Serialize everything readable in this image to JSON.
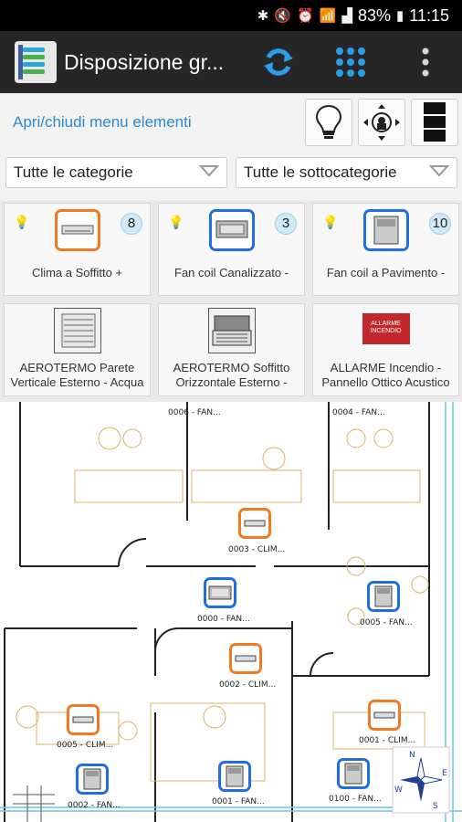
{
  "status": {
    "battery": "83%",
    "time": "11:15"
  },
  "app": {
    "title": "Disposizione gr..."
  },
  "toolbar": {
    "menu_link": "Apri/chiudi menu elementi"
  },
  "filters": {
    "category": "Tutte le categorie",
    "subcategory": "Tutte le sottocategorie"
  },
  "cards": [
    {
      "label": "Clima a Soffitto +",
      "count": "8"
    },
    {
      "label": "Fan coil  Canalizzato -",
      "count": "3"
    },
    {
      "label": "Fan coil a Pavimento -",
      "count": "10"
    },
    {
      "label_1": "AEROTERMO Parete",
      "label_2": "Verticale Esterno - Acqua"
    },
    {
      "label_1": "AEROTERMO Soffitto",
      "label_2": "Orizzontale Esterno -"
    },
    {
      "label_1": "ALLARME Incendio -",
      "label_2": "Pannello Ottico Acustico",
      "photo_text": "ALLARME INCENDIO"
    }
  ],
  "plan": {
    "labels": [
      "0006 - FAN...",
      "0004 - FAN...",
      "0003 - CLIM...",
      "0000 - FAN...",
      "0005 - FAN...",
      "0002 - CLIM...",
      "0005 - CLIM...",
      "0001 - CLIM...",
      "0002 - FAN...",
      "0001 - FAN...",
      "0100 - FAN..."
    ],
    "compass": {
      "n": "N",
      "e": "E",
      "s": "S",
      "w": "W"
    }
  },
  "colors": {
    "accent_orange": "#f07a21",
    "accent_blue": "#1f6fe0",
    "link": "#2a8ad1",
    "app_bar": "#262626"
  }
}
